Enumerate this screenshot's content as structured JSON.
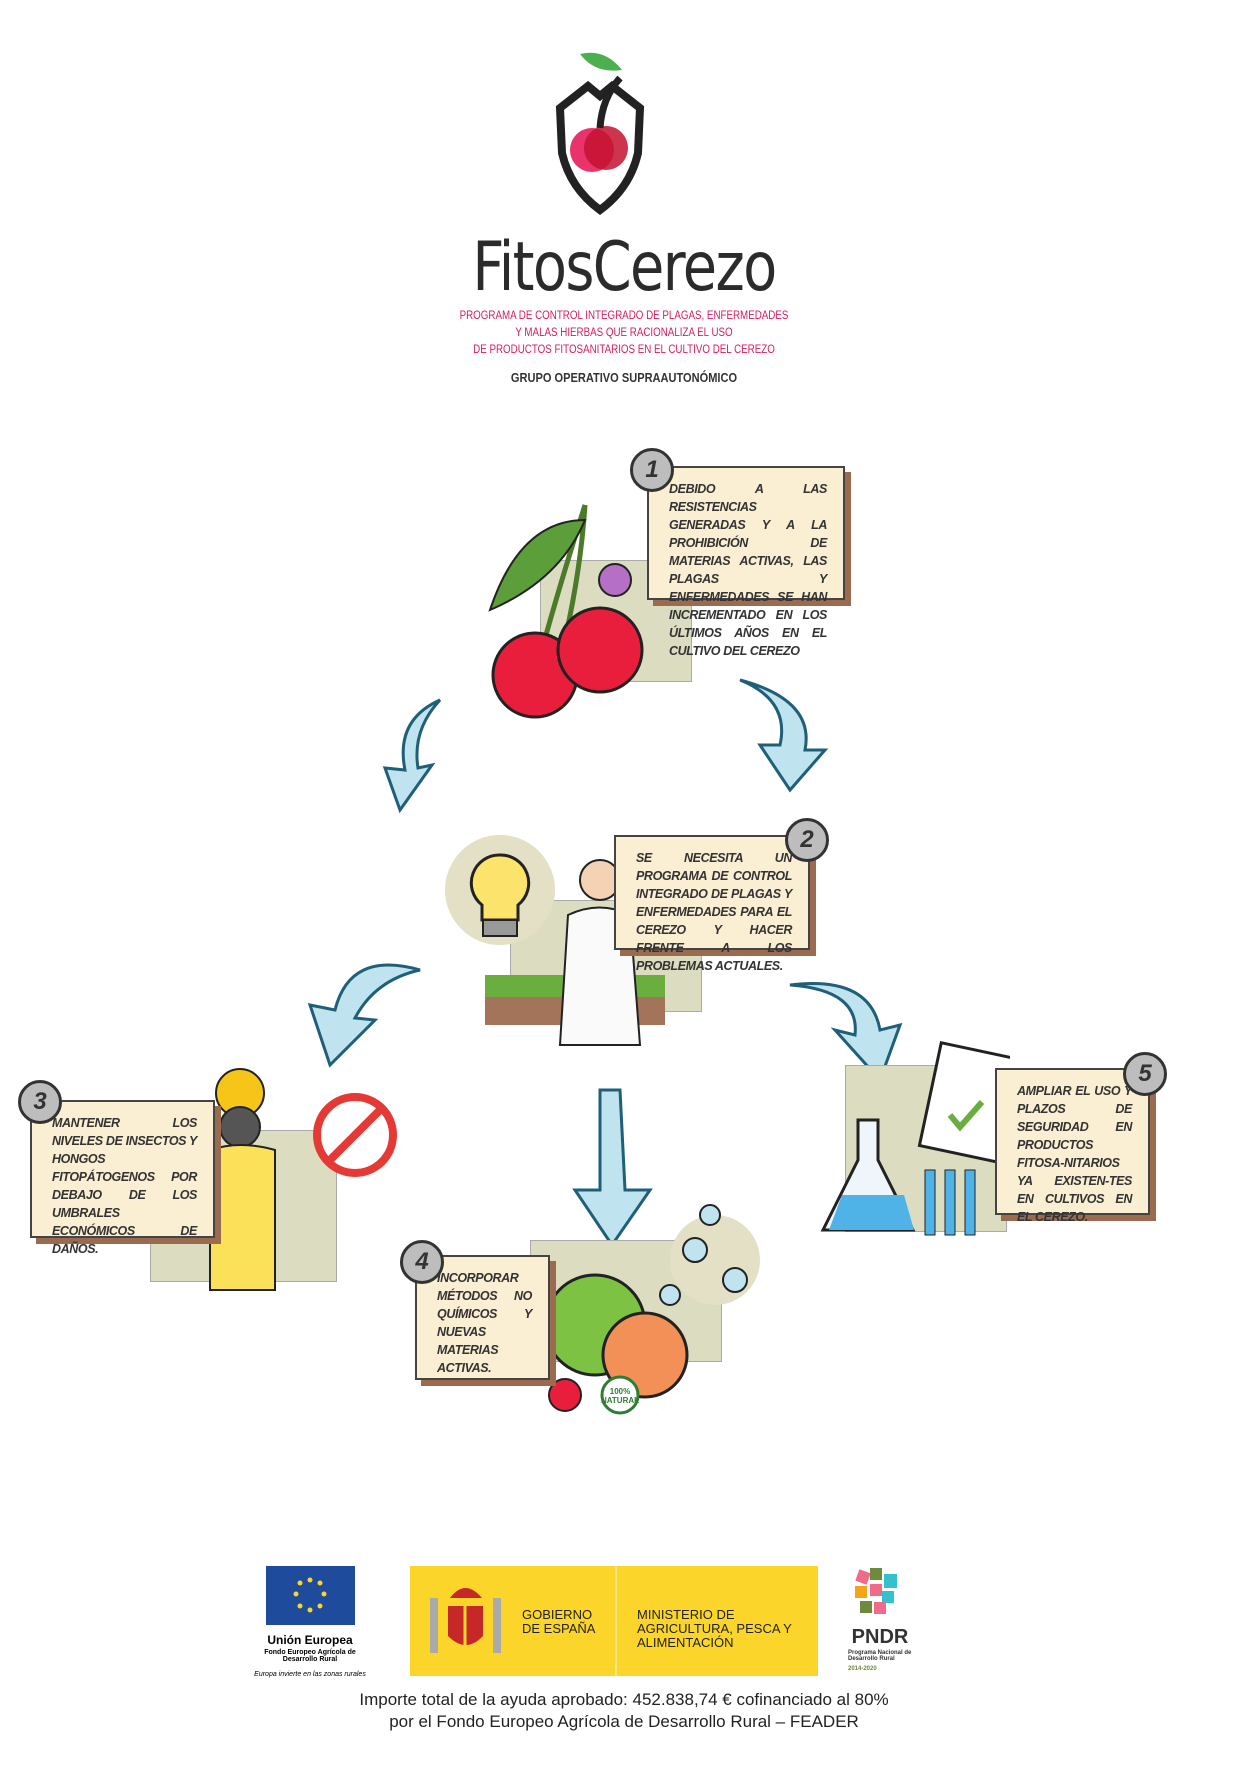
{
  "header": {
    "title": "FitosCerezo",
    "subtitle_lines": [
      "PROGRAMA DE CONTROL INTEGRADO DE PLAGAS, ENFERMEDADES",
      "Y MALAS HIERBAS QUE RACIONALIZA EL USO",
      "DE PRODUCTOS FITOSANITARIOS EN EL CULTIVO DEL CEREZO"
    ],
    "group": "GRUPO OPERATIVO SUPRAAUTONÓMICO"
  },
  "steps": [
    {
      "number": "1",
      "text": "Debido a las resistencias generadas y a la prohibición de materias activas, las plagas y enfermedades se han incrementado en los últimos años en el cultivo del cerezo"
    },
    {
      "number": "2",
      "text": "Se necesita un programa de control integrado de plagas y enfermedades para el cerezo y hacer frente a los problemas actuales."
    },
    {
      "number": "3",
      "text": "Mantener los niveles de insectos y hongos fitopátogenos por debajo de los umbrales económicos de daños."
    },
    {
      "number": "4",
      "text": "Incorporar métodos no químicos y nuevas materias activas."
    },
    {
      "number": "5",
      "text": "Ampliar el uso y plazos de seguridad en productos fitosa-nitarios ya existen-tes en cultivos en el cerezo."
    }
  ],
  "badge_natural": "100% NATURAL",
  "footer": {
    "eu": {
      "name": "Unión Europea",
      "fund": "Fondo Europeo Agrícola de Desarrollo Rural",
      "motto": "Europa invierte en las zonas rurales"
    },
    "gobierno": "GOBIERNO DE ESPAÑA",
    "ministerio": "MINISTERIO DE AGRICULTURA, PESCA Y ALIMENTACIÓN",
    "pndr": {
      "name": "PNDR",
      "desc": "Programa Nacional de Desarrollo Rural",
      "years": "2014-2020"
    },
    "line1": "Importe total de la ayuda aprobado: 452.838,74 €  cofinanciado al 80%",
    "line2": "por  el Fondo Europeo Agrícola de Desarrollo Rural – FEADER"
  },
  "colors": {
    "accent": "#d81b60",
    "arrow": "#bfe3ef",
    "arrow_stroke": "#1f5f78",
    "box_bg": "#fbefd3",
    "gov_yellow": "#fcd52a",
    "eu_blue": "#1e4b9b"
  }
}
